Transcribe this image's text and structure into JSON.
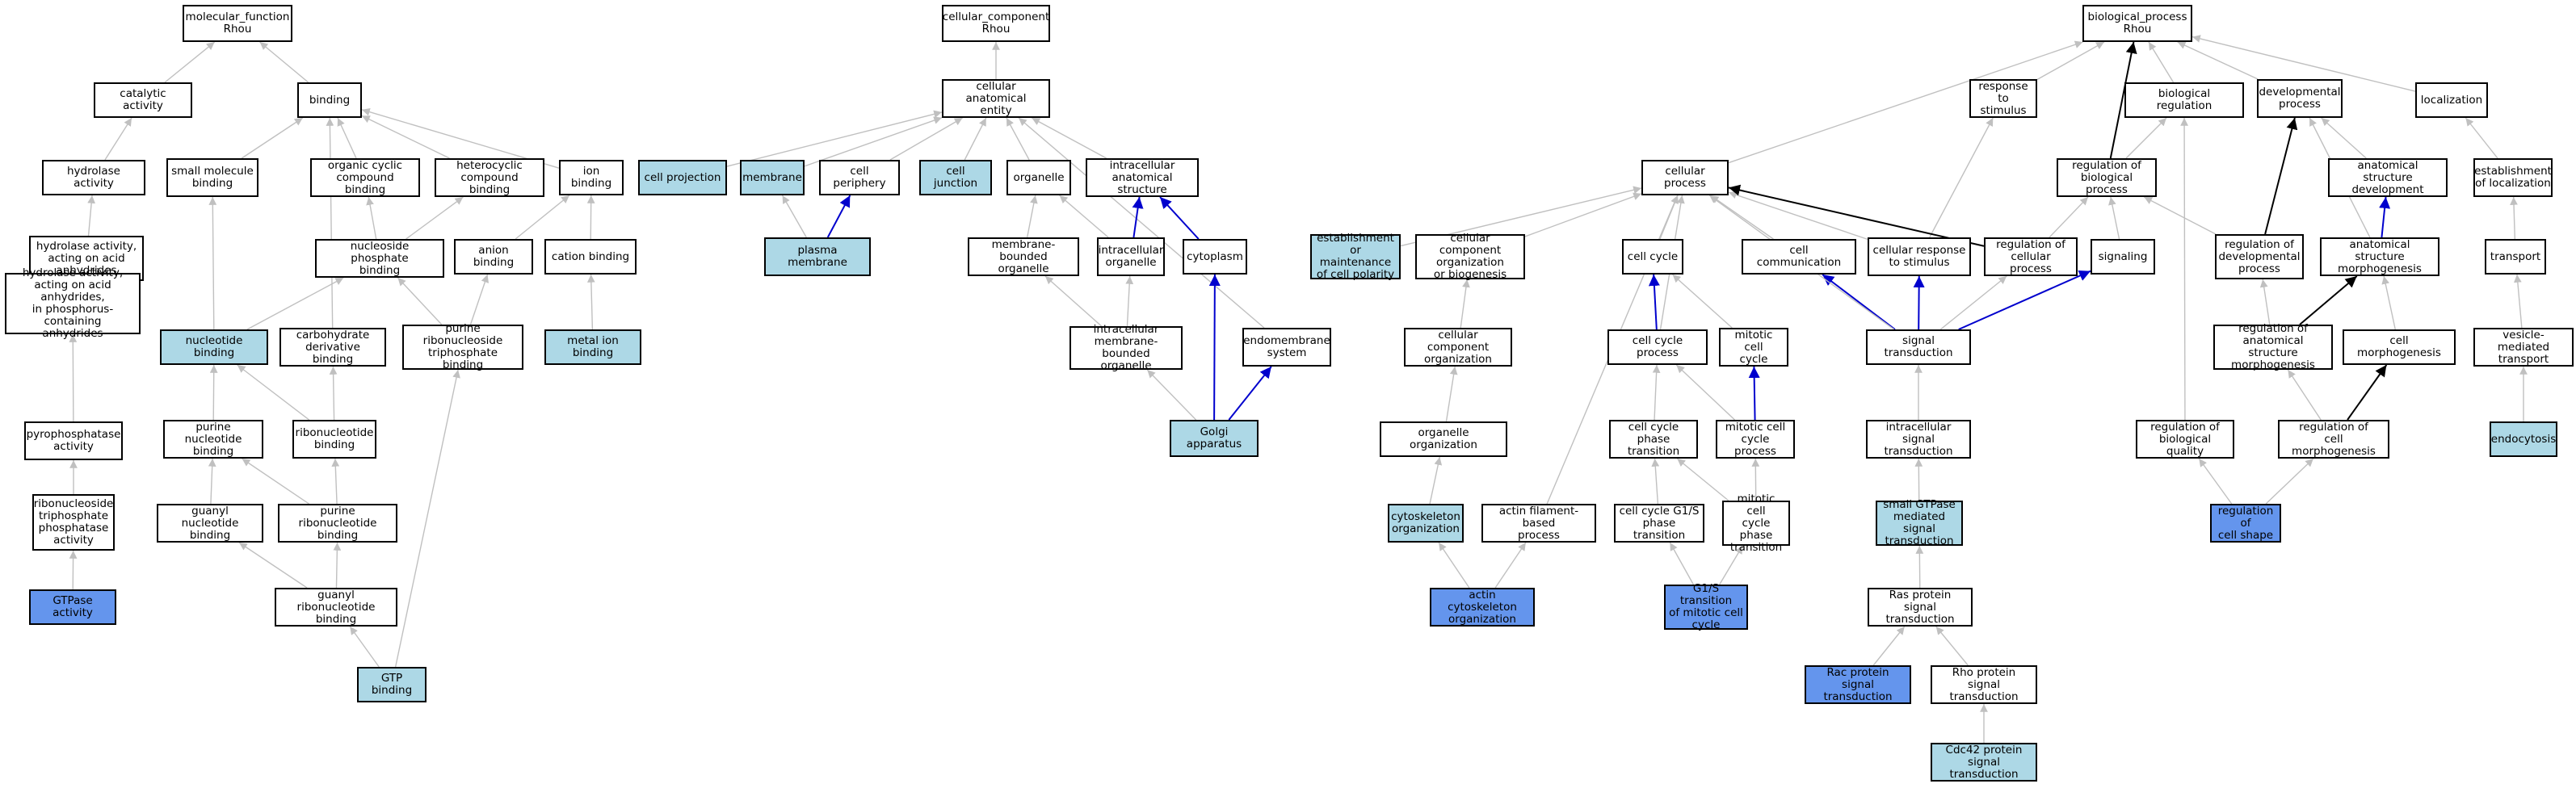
{
  "palette": {
    "node_default": "#ffffff",
    "node_light": "#add8e6",
    "node_dark": "#6495ed",
    "edge_gray": "#c0c0c0",
    "edge_blue": "#0000cd",
    "edge_black": "#000000"
  },
  "nodes": {
    "mf_root": {
      "label": "molecular_function\nRhou",
      "fill": "white"
    },
    "catalytic": {
      "label": "catalytic activity",
      "fill": "white"
    },
    "binding": {
      "label": "binding",
      "fill": "white"
    },
    "hydrolase": {
      "label": "hydrolase activity",
      "fill": "white"
    },
    "small_mol": {
      "label": "small molecule\nbinding",
      "fill": "white"
    },
    "org_cyclic": {
      "label": "organic cyclic\ncompound binding",
      "fill": "white"
    },
    "hetero": {
      "label": "heterocyclic\ncompound binding",
      "fill": "white"
    },
    "ion_binding": {
      "label": "ion binding",
      "fill": "white"
    },
    "hydro_acid": {
      "label": "hydrolase activity,\nacting on acid\nanhydrides",
      "fill": "white"
    },
    "nuc_phos": {
      "label": "nucleoside phosphate\nbinding",
      "fill": "white"
    },
    "anion": {
      "label": "anion binding",
      "fill": "white"
    },
    "cation": {
      "label": "cation binding",
      "fill": "white"
    },
    "hydro_phos": {
      "label": "hydrolase activity,\nacting on acid\nanhydrides,\nin phosphorus-containing\nanhydrides",
      "fill": "white"
    },
    "nucleotide": {
      "label": "nucleotide binding",
      "fill": "light"
    },
    "carbo": {
      "label": "carbohydrate\nderivative binding",
      "fill": "white"
    },
    "pur_ribo_tri": {
      "label": "purine ribonucleoside\ntriphosphate\nbinding",
      "fill": "white"
    },
    "metal": {
      "label": "metal ion binding",
      "fill": "light"
    },
    "pyro": {
      "label": "pyrophosphatase\nactivity",
      "fill": "white"
    },
    "pur_nuc": {
      "label": "purine nucleotide\nbinding",
      "fill": "white"
    },
    "ribonuc": {
      "label": "ribonucleotide\nbinding",
      "fill": "white"
    },
    "ntpase": {
      "label": "ribonucleoside\ntriphosphate\nphosphatase\nactivity",
      "fill": "white"
    },
    "guanyl_nuc": {
      "label": "guanyl nucleotide\nbinding",
      "fill": "white"
    },
    "pur_ribonuc": {
      "label": "purine ribonucleotide\nbinding",
      "fill": "white"
    },
    "gtpase": {
      "label": "GTPase activity",
      "fill": "dark"
    },
    "guanyl_ribo": {
      "label": "guanyl ribonucleotide\nbinding",
      "fill": "white"
    },
    "gtp": {
      "label": "GTP binding",
      "fill": "light"
    },
    "cc_root": {
      "label": "cellular_component\nRhou",
      "fill": "white"
    },
    "cae": {
      "label": "cellular anatomical\nentity",
      "fill": "white"
    },
    "cell_proj": {
      "label": "cell projection",
      "fill": "light"
    },
    "membrane": {
      "label": "membrane",
      "fill": "light"
    },
    "periphery": {
      "label": "cell periphery",
      "fill": "white"
    },
    "junction": {
      "label": "cell junction",
      "fill": "light"
    },
    "organelle": {
      "label": "organelle",
      "fill": "white"
    },
    "intra_anat": {
      "label": "intracellular\nanatomical structure",
      "fill": "white"
    },
    "plasma": {
      "label": "plasma membrane",
      "fill": "light"
    },
    "mem_bound": {
      "label": "membrane-bounded\norganelle",
      "fill": "white"
    },
    "intra_org": {
      "label": "intracellular\norganelle",
      "fill": "white"
    },
    "cytoplasm": {
      "label": "cytoplasm",
      "fill": "white"
    },
    "intra_mem": {
      "label": "intracellular\nmembrane-bounded\norganelle",
      "fill": "white"
    },
    "endomem": {
      "label": "endomembrane\nsystem",
      "fill": "white"
    },
    "golgi": {
      "label": "Golgi apparatus",
      "fill": "light"
    },
    "bp_root": {
      "label": "biological_process\nRhou",
      "fill": "white"
    },
    "resp_stim": {
      "label": "response to\nstimulus",
      "fill": "white"
    },
    "bio_reg": {
      "label": "biological regulation",
      "fill": "white"
    },
    "dev_proc": {
      "label": "developmental\nprocess",
      "fill": "white"
    },
    "localization": {
      "label": "localization",
      "fill": "white"
    },
    "cell_proc": {
      "label": "cellular process",
      "fill": "white"
    },
    "reg_bio": {
      "label": "regulation of\nbiological process",
      "fill": "white"
    },
    "anat_dev": {
      "label": "anatomical structure\ndevelopment",
      "fill": "white"
    },
    "est_loc": {
      "label": "establishment\nof localization",
      "fill": "white"
    },
    "est_pol": {
      "label": "establishment\nor maintenance\nof cell polarity",
      "fill": "light"
    },
    "ccob": {
      "label": "cellular component\norganization\nor biogenesis",
      "fill": "white"
    },
    "cell_cycle": {
      "label": "cell cycle",
      "fill": "white"
    },
    "cell_comm": {
      "label": "cell communication",
      "fill": "white"
    },
    "cell_resp": {
      "label": "cellular response\nto stimulus",
      "fill": "white"
    },
    "reg_cell": {
      "label": "regulation of\ncellular process",
      "fill": "white"
    },
    "signaling": {
      "label": "signaling",
      "fill": "white"
    },
    "reg_dev": {
      "label": "regulation of\ndevelopmental\nprocess",
      "fill": "white"
    },
    "anat_morph": {
      "label": "anatomical structure\nmorphogenesis",
      "fill": "white"
    },
    "transport": {
      "label": "transport",
      "fill": "white"
    },
    "cc_org": {
      "label": "cellular component\norganization",
      "fill": "white"
    },
    "cc_proc": {
      "label": "cell cycle process",
      "fill": "white"
    },
    "mit_cc": {
      "label": "mitotic cell\ncycle",
      "fill": "white"
    },
    "sig_trans": {
      "label": "signal transduction",
      "fill": "white"
    },
    "reg_anat": {
      "label": "regulation of\nanatomical structure\nmorphogenesis",
      "fill": "white"
    },
    "cell_morph": {
      "label": "cell morphogenesis",
      "fill": "white"
    },
    "vesicle": {
      "label": "vesicle-mediated\ntransport",
      "fill": "white"
    },
    "org_org": {
      "label": "organelle organization",
      "fill": "white"
    },
    "cc_phase": {
      "label": "cell cycle phase\ntransition",
      "fill": "white"
    },
    "mit_cc_proc": {
      "label": "mitotic cell\ncycle process",
      "fill": "white"
    },
    "intra_sig": {
      "label": "intracellular\nsignal transduction",
      "fill": "white"
    },
    "reg_bio_qual": {
      "label": "regulation of\nbiological quality",
      "fill": "white"
    },
    "reg_cell_morph": {
      "label": "regulation of\ncell morphogenesis",
      "fill": "white"
    },
    "endocytosis": {
      "label": "endocytosis",
      "fill": "light"
    },
    "cyto_org": {
      "label": "cytoskeleton\norganization",
      "fill": "light"
    },
    "actin_proc": {
      "label": "actin filament-based\nprocess",
      "fill": "white"
    },
    "g1s_phase": {
      "label": "cell cycle G1/S\nphase transition",
      "fill": "white"
    },
    "mit_phase": {
      "label": "mitotic cell\ncycle phase\ntransition",
      "fill": "white"
    },
    "small_gtpase": {
      "label": "small GTPase\nmediated signal\ntransduction",
      "fill": "light"
    },
    "reg_shape": {
      "label": "regulation of\ncell shape",
      "fill": "dark"
    },
    "actin_cyto": {
      "label": "actin cytoskeleton\norganization",
      "fill": "dark"
    },
    "g1s_mit": {
      "label": "G1/S transition\nof mitotic cell\ncycle",
      "fill": "dark"
    },
    "ras": {
      "label": "Ras protein\nsignal transduction",
      "fill": "white"
    },
    "rac": {
      "label": "Rac protein\nsignal transduction",
      "fill": "dark"
    },
    "rho": {
      "label": "Rho protein\nsignal transduction",
      "fill": "white"
    },
    "cdc42": {
      "label": "Cdc42 protein\nsignal transduction",
      "fill": "light"
    }
  },
  "edges": [
    {
      "from": "catalytic",
      "to": "mf_root",
      "color": "gray"
    },
    {
      "from": "binding",
      "to": "mf_root",
      "color": "gray"
    },
    {
      "from": "hydrolase",
      "to": "catalytic",
      "color": "gray"
    },
    {
      "from": "small_mol",
      "to": "binding",
      "color": "gray"
    },
    {
      "from": "org_cyclic",
      "to": "binding",
      "color": "gray"
    },
    {
      "from": "hetero",
      "to": "binding",
      "color": "gray"
    },
    {
      "from": "ion_binding",
      "to": "binding",
      "color": "gray"
    },
    {
      "from": "carbo",
      "to": "binding",
      "color": "gray"
    },
    {
      "from": "hydro_acid",
      "to": "hydrolase",
      "color": "gray"
    },
    {
      "from": "nuc_phos",
      "to": "org_cyclic",
      "color": "gray"
    },
    {
      "from": "nuc_phos",
      "to": "hetero",
      "color": "gray"
    },
    {
      "from": "anion",
      "to": "ion_binding",
      "color": "gray"
    },
    {
      "from": "cation",
      "to": "ion_binding",
      "color": "gray"
    },
    {
      "from": "hydro_phos",
      "to": "hydro_acid",
      "color": "gray"
    },
    {
      "from": "nucleotide",
      "to": "small_mol",
      "color": "gray"
    },
    {
      "from": "nucleotide",
      "to": "nuc_phos",
      "color": "gray"
    },
    {
      "from": "pur_ribo_tri",
      "to": "nuc_phos",
      "color": "gray"
    },
    {
      "from": "pur_ribo_tri",
      "to": "anion",
      "color": "gray"
    },
    {
      "from": "metal",
      "to": "cation",
      "color": "gray"
    },
    {
      "from": "pyro",
      "to": "hydro_phos",
      "color": "gray"
    },
    {
      "from": "pur_nuc",
      "to": "nucleotide",
      "color": "gray"
    },
    {
      "from": "ribonuc",
      "to": "nucleotide",
      "color": "gray"
    },
    {
      "from": "ribonuc",
      "to": "carbo",
      "color": "gray"
    },
    {
      "from": "ntpase",
      "to": "pyro",
      "color": "gray"
    },
    {
      "from": "guanyl_nuc",
      "to": "pur_nuc",
      "color": "gray"
    },
    {
      "from": "pur_ribonuc",
      "to": "pur_nuc",
      "color": "gray"
    },
    {
      "from": "pur_ribonuc",
      "to": "ribonuc",
      "color": "gray"
    },
    {
      "from": "gtpase",
      "to": "ntpase",
      "color": "gray"
    },
    {
      "from": "guanyl_ribo",
      "to": "guanyl_nuc",
      "color": "gray"
    },
    {
      "from": "guanyl_ribo",
      "to": "pur_ribonuc",
      "color": "gray"
    },
    {
      "from": "gtp",
      "to": "guanyl_ribo",
      "color": "gray"
    },
    {
      "from": "gtp",
      "to": "pur_ribo_tri",
      "color": "gray"
    },
    {
      "from": "cae",
      "to": "cc_root",
      "color": "gray"
    },
    {
      "from": "cell_proj",
      "to": "cae",
      "color": "gray"
    },
    {
      "from": "membrane",
      "to": "cae",
      "color": "gray"
    },
    {
      "from": "periphery",
      "to": "cae",
      "color": "gray"
    },
    {
      "from": "junction",
      "to": "cae",
      "color": "gray"
    },
    {
      "from": "organelle",
      "to": "cae",
      "color": "gray"
    },
    {
      "from": "intra_anat",
      "to": "cae",
      "color": "gray"
    },
    {
      "from": "endomem",
      "to": "cae",
      "color": "gray"
    },
    {
      "from": "plasma",
      "to": "membrane",
      "color": "gray"
    },
    {
      "from": "plasma",
      "to": "periphery",
      "color": "blue"
    },
    {
      "from": "mem_bound",
      "to": "organelle",
      "color": "gray"
    },
    {
      "from": "intra_org",
      "to": "organelle",
      "color": "gray"
    },
    {
      "from": "intra_org",
      "to": "intra_anat",
      "color": "blue"
    },
    {
      "from": "cytoplasm",
      "to": "intra_anat",
      "color": "blue"
    },
    {
      "from": "intra_mem",
      "to": "mem_bound",
      "color": "gray"
    },
    {
      "from": "intra_mem",
      "to": "intra_org",
      "color": "gray"
    },
    {
      "from": "golgi",
      "to": "intra_mem",
      "color": "gray"
    },
    {
      "from": "golgi",
      "to": "cytoplasm",
      "color": "blue"
    },
    {
      "from": "golgi",
      "to": "endomem",
      "color": "blue"
    },
    {
      "from": "resp_stim",
      "to": "bp_root",
      "color": "gray"
    },
    {
      "from": "bio_reg",
      "to": "bp_root",
      "color": "gray"
    },
    {
      "from": "dev_proc",
      "to": "bp_root",
      "color": "gray"
    },
    {
      "from": "localization",
      "to": "bp_root",
      "color": "gray"
    },
    {
      "from": "cell_proc",
      "to": "bp_root",
      "color": "gray"
    },
    {
      "from": "reg_bio",
      "to": "bp_root",
      "color": "black"
    },
    {
      "from": "reg_bio",
      "to": "bio_reg",
      "color": "gray"
    },
    {
      "from": "anat_dev",
      "to": "dev_proc",
      "color": "gray"
    },
    {
      "from": "est_loc",
      "to": "localization",
      "color": "gray"
    },
    {
      "from": "est_pol",
      "to": "cell_proc",
      "color": "gray"
    },
    {
      "from": "ccob",
      "to": "cell_proc",
      "color": "gray"
    },
    {
      "from": "cell_cycle",
      "to": "cell_proc",
      "color": "gray"
    },
    {
      "from": "cell_comm",
      "to": "cell_proc",
      "color": "gray"
    },
    {
      "from": "cell_resp",
      "to": "cell_proc",
      "color": "gray"
    },
    {
      "from": "cell_resp",
      "to": "resp_stim",
      "color": "gray"
    },
    {
      "from": "reg_cell",
      "to": "cell_proc",
      "color": "black"
    },
    {
      "from": "reg_cell",
      "to": "reg_bio",
      "color": "gray"
    },
    {
      "from": "signaling",
      "to": "reg_bio",
      "color": "gray"
    },
    {
      "from": "reg_dev",
      "to": "reg_bio",
      "color": "gray"
    },
    {
      "from": "reg_dev",
      "to": "dev_proc",
      "color": "black"
    },
    {
      "from": "anat_morph",
      "to": "anat_dev",
      "color": "blue"
    },
    {
      "from": "anat_morph",
      "to": "dev_proc",
      "color": "gray"
    },
    {
      "from": "transport",
      "to": "est_loc",
      "color": "gray"
    },
    {
      "from": "cc_org",
      "to": "ccob",
      "color": "gray"
    },
    {
      "from": "cc_proc",
      "to": "cell_cycle",
      "color": "blue"
    },
    {
      "from": "cc_proc",
      "to": "cell_proc",
      "color": "gray"
    },
    {
      "from": "mit_cc",
      "to": "cell_cycle",
      "color": "gray"
    },
    {
      "from": "sig_trans",
      "to": "cell_comm",
      "color": "blue"
    },
    {
      "from": "sig_trans",
      "to": "cell_resp",
      "color": "blue"
    },
    {
      "from": "sig_trans",
      "to": "reg_cell",
      "color": "gray"
    },
    {
      "from": "sig_trans",
      "to": "signaling",
      "color": "blue"
    },
    {
      "from": "sig_trans",
      "to": "cell_proc",
      "color": "gray"
    },
    {
      "from": "reg_anat",
      "to": "reg_dev",
      "color": "gray"
    },
    {
      "from": "reg_anat",
      "to": "anat_morph",
      "color": "black"
    },
    {
      "from": "cell_morph",
      "to": "anat_morph",
      "color": "gray"
    },
    {
      "from": "vesicle",
      "to": "transport",
      "color": "gray"
    },
    {
      "from": "org_org",
      "to": "cc_org",
      "color": "gray"
    },
    {
      "from": "cc_phase",
      "to": "cc_proc",
      "color": "gray"
    },
    {
      "from": "mit_cc_proc",
      "to": "cc_proc",
      "color": "gray"
    },
    {
      "from": "mit_cc_proc",
      "to": "mit_cc",
      "color": "blue"
    },
    {
      "from": "intra_sig",
      "to": "sig_trans",
      "color": "gray"
    },
    {
      "from": "reg_bio_qual",
      "to": "bio_reg",
      "color": "gray"
    },
    {
      "from": "reg_cell_morph",
      "to": "reg_anat",
      "color": "gray"
    },
    {
      "from": "reg_cell_morph",
      "to": "cell_morph",
      "color": "black"
    },
    {
      "from": "endocytosis",
      "to": "vesicle",
      "color": "gray"
    },
    {
      "from": "cyto_org",
      "to": "org_org",
      "color": "gray"
    },
    {
      "from": "actin_proc",
      "to": "cell_proc",
      "color": "gray"
    },
    {
      "from": "g1s_phase",
      "to": "cc_phase",
      "color": "gray"
    },
    {
      "from": "mit_phase",
      "to": "cc_phase",
      "color": "gray"
    },
    {
      "from": "mit_phase",
      "to": "mit_cc_proc",
      "color": "gray"
    },
    {
      "from": "small_gtpase",
      "to": "intra_sig",
      "color": "gray"
    },
    {
      "from": "reg_shape",
      "to": "reg_bio_qual",
      "color": "gray"
    },
    {
      "from": "reg_shape",
      "to": "reg_cell_morph",
      "color": "gray"
    },
    {
      "from": "actin_cyto",
      "to": "cyto_org",
      "color": "gray"
    },
    {
      "from": "actin_cyto",
      "to": "actin_proc",
      "color": "gray"
    },
    {
      "from": "g1s_mit",
      "to": "g1s_phase",
      "color": "gray"
    },
    {
      "from": "g1s_mit",
      "to": "mit_phase",
      "color": "gray"
    },
    {
      "from": "ras",
      "to": "small_gtpase",
      "color": "gray"
    },
    {
      "from": "rac",
      "to": "ras",
      "color": "gray"
    },
    {
      "from": "rho",
      "to": "ras",
      "color": "gray"
    },
    {
      "from": "cdc42",
      "to": "rho",
      "color": "gray"
    }
  ]
}
